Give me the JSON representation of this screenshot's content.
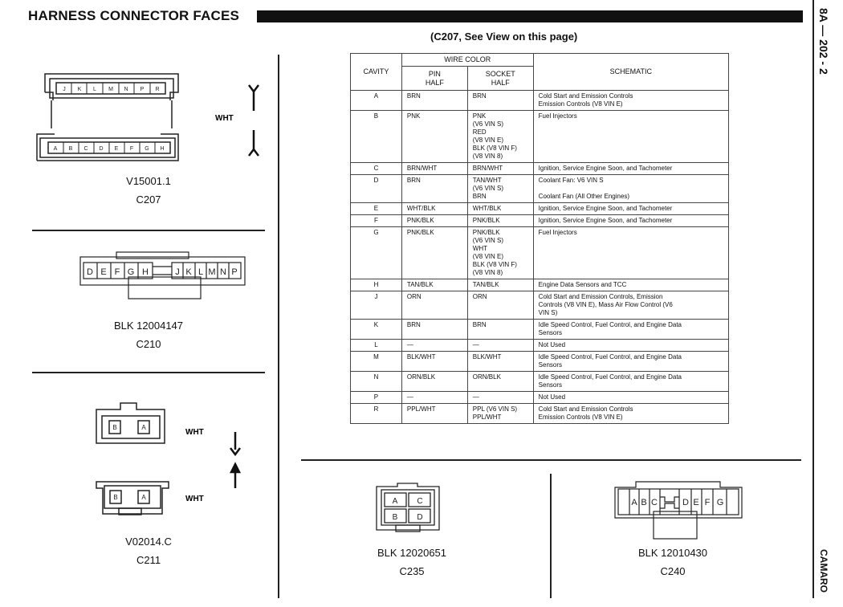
{
  "header": {
    "title": "HARNESS CONNECTOR FACES",
    "page_number": "8A — 202 - 2",
    "vehicle": "CAMARO"
  },
  "c207": {
    "part": "V15001.1",
    "name": "C207",
    "color": "WHT",
    "pins_top": [
      "J",
      "K",
      "L",
      "M",
      "N",
      "P",
      "R"
    ],
    "pins_bottom": [
      "A",
      "B",
      "C",
      "D",
      "E",
      "F",
      "G",
      "H"
    ]
  },
  "c210": {
    "part": "BLK 12004147",
    "name": "C210",
    "pins_left": [
      "D",
      "E",
      "F",
      "G",
      "H"
    ],
    "pins_right": [
      "J",
      "K",
      "L",
      "M",
      "N",
      "P"
    ]
  },
  "c211": {
    "part": "V02014.C",
    "name": "C211",
    "color_top": "WHT",
    "color_bottom": "WHT",
    "pins_top": [
      "B",
      "A"
    ],
    "pins_bottom": [
      "B",
      "A"
    ]
  },
  "c235": {
    "part": "BLK 12020651",
    "name": "C235",
    "pins": [
      "A",
      "C",
      "B",
      "D"
    ]
  },
  "c240": {
    "part": "BLK 12010430",
    "name": "C240",
    "pins_left": [
      "A",
      "B",
      "C"
    ],
    "pins_right": [
      "D",
      "E",
      "F",
      "G"
    ]
  },
  "table": {
    "caption": "(C207, See View on this page)",
    "headers": {
      "cavity": "CAVITY",
      "wire_color": "WIRE COLOR",
      "pin_half": "PIN\nHALF",
      "socket_half": "SOCKET\nHALF",
      "schematic": "SCHEMATIC"
    },
    "rows": [
      {
        "cavity": "A",
        "pin": "BRN",
        "socket": "BRN",
        "schematic": "Cold Start and Emission Controls\nEmission Controls (V8 VIN E)"
      },
      {
        "cavity": "B",
        "pin": "PNK",
        "socket": "PNK\n(V6 VIN S)\nRED\n(V8 VIN E)\nBLK (V8 VIN F)\n(V8 VIN 8)",
        "schematic": "Fuel Injectors"
      },
      {
        "cavity": "C",
        "pin": "BRN/WHT",
        "socket": "BRN/WHT",
        "schematic": "Ignition, Service Engine Soon, and Tachometer"
      },
      {
        "cavity": "D",
        "pin": "BRN",
        "socket": "TAN/WHT\n(V6 VIN S)\nBRN",
        "schematic": "Coolant Fan: V6 VIN S\n\nCoolant Fan (All Other Engines)"
      },
      {
        "cavity": "E",
        "pin": "WHT/BLK",
        "socket": "WHT/BLK",
        "schematic": "Ignition, Service Engine Soon, and Tachometer"
      },
      {
        "cavity": "F",
        "pin": "PNK/BLK",
        "socket": "PNK/BLK",
        "schematic": "Ignition, Service Engine Soon, and Tachometer"
      },
      {
        "cavity": "G",
        "pin": "PNK/BLK",
        "socket": "PNK/BLK\n(V6 VIN S)\nWHT\n(V8 VIN E)\nBLK (V8 VIN F)\n(V8 VIN 8)",
        "schematic": "Fuel Injectors"
      },
      {
        "cavity": "H",
        "pin": "TAN/BLK",
        "socket": "TAN/BLK",
        "schematic": "Engine Data Sensors and TCC"
      },
      {
        "cavity": "J",
        "pin": "ORN",
        "socket": "ORN",
        "schematic": "Cold Start and Emission Controls, Emission\nControls (V8 VIN E), Mass Air Flow Control (V6\nVIN S)"
      },
      {
        "cavity": "K",
        "pin": "BRN",
        "socket": "BRN",
        "schematic": "Idle Speed Control, Fuel Control, and Engine Data\nSensors"
      },
      {
        "cavity": "L",
        "pin": "—",
        "socket": "—",
        "schematic": "Not Used"
      },
      {
        "cavity": "M",
        "pin": "BLK/WHT",
        "socket": "BLK/WHT",
        "schematic": "Idle Speed Control, Fuel Control, and Engine Data\nSensors"
      },
      {
        "cavity": "N",
        "pin": "ORN/BLK",
        "socket": "ORN/BLK",
        "schematic": "Idle Speed Control, Fuel Control, and Engine Data\nSensors"
      },
      {
        "cavity": "P",
        "pin": "—",
        "socket": "—",
        "schematic": "Not Used"
      },
      {
        "cavity": "R",
        "pin": "PPL/WHT",
        "socket": "PPL (V6 VIN S)\nPPL/WHT",
        "schematic": "Cold Start and Emission Controls\nEmission Controls (V8 VIN E)"
      }
    ]
  }
}
